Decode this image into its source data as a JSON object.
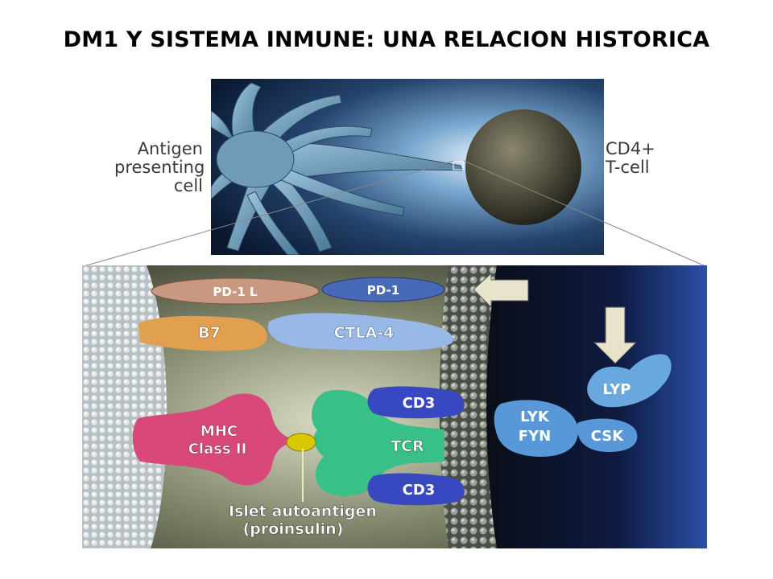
{
  "title": "DM1 Y SISTEMA INMUNE: UNA RELACION HISTORICA",
  "top_panel": {
    "left_label_lines": [
      "Antigen",
      "presenting",
      "cell"
    ],
    "right_label_lines": [
      "CD4+",
      "T-cell"
    ]
  },
  "diagram": {
    "pd1l": "PD-1 L",
    "pd1": "PD-1",
    "b7": "B7",
    "ctla4": "CTLA-4",
    "mhc_line1": "MHC",
    "mhc_line2": "Class II",
    "cd3_top": "CD3",
    "tcr": "TCR",
    "cd3_bottom": "CD3",
    "lyk": "LYK",
    "fyn": "FYN",
    "lyp": "LYP",
    "csk": "CSK",
    "islet_line1": "Islet autoantigen",
    "islet_line2": "(proinsulin)"
  },
  "colors": {
    "b7": "#e0a050",
    "ctla4": "#98b8e8",
    "mhc": "#d84878",
    "tcr": "#38c088",
    "cd3": "#3848c0",
    "kinase": "#5898d8",
    "antigen": "#d8c800",
    "pd1l": "#c89880",
    "pd1": "#4868b8"
  }
}
